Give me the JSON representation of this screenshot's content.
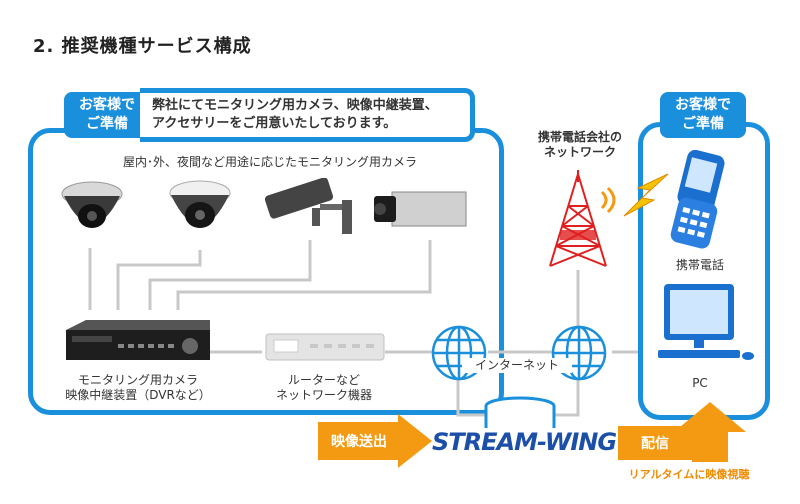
{
  "page": {
    "title": "2. 推奨機種サービス構成"
  },
  "left_panel": {
    "tag_line1": "お客様で",
    "tag_line2": "ご準備",
    "note_line1": "弊社にてモニタリング用カメラ、映像中継装置、",
    "note_line2": "アクセサリーをご用意いたしております。",
    "cameras_caption": "屋内･外、夜間など用途に応じたモニタリング用カメラ",
    "dvr_label_line1": "モニタリング用カメラ",
    "dvr_label_line2": "映像中継装置（DVRなど）",
    "router_label_line1": "ルーターなど",
    "router_label_line2": "ネットワーク機器"
  },
  "right_panel": {
    "tag_line1": "お客様で",
    "tag_line2": "ご準備",
    "phone_label": "携帯電話",
    "pc_label": "PC"
  },
  "network": {
    "mobile_network_line1": "携帯電話会社の",
    "mobile_network_line2": "ネットワーク",
    "internet_label": "インターネット"
  },
  "bottom": {
    "send_label": "映像送出",
    "service_logo": "STREAM-WING",
    "deliver_label": "配信",
    "deliver_sub": "リアルタイムに映像視聴"
  },
  "colors": {
    "accent_blue": "#1a8fdc",
    "orange": "#f39a12",
    "tower_red": "#e02020",
    "logo_blue": "#1b4fa8"
  }
}
